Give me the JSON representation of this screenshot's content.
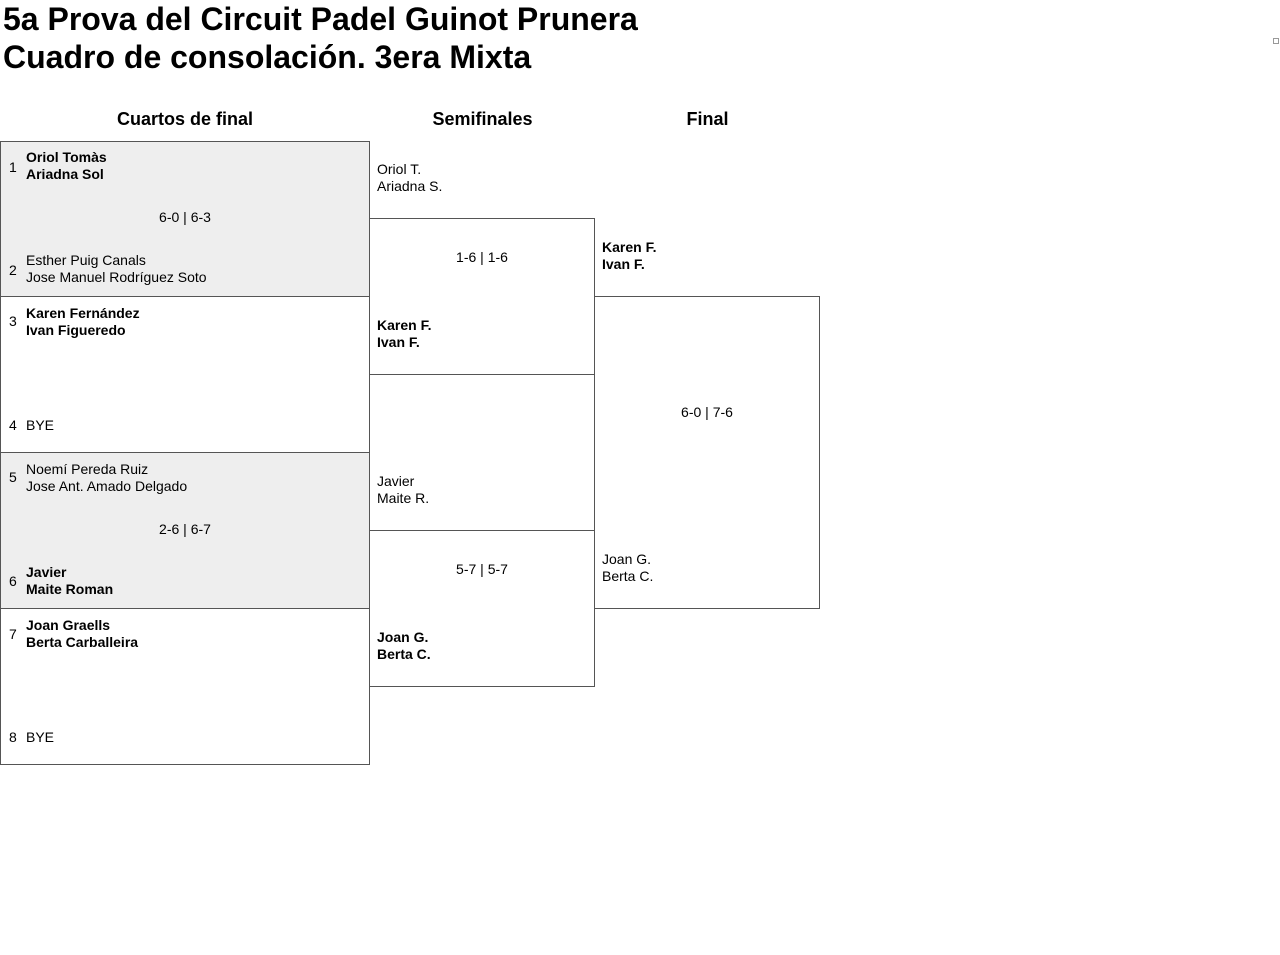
{
  "title": {
    "line1": "5a Prova del Circuit Padel Guinot Prunera",
    "line2": "Cuadro de consolación. 3era Mixta"
  },
  "rounds": [
    "Cuartos de final",
    "Semifinales",
    "Final"
  ],
  "quarterfinals": [
    {
      "top": {
        "seed": "1",
        "p1": "Oriol Tomàs",
        "p2": "Ariadna Sol",
        "winner": true
      },
      "bottom": {
        "seed": "2",
        "p1": "Esther Puig Canals",
        "p2": "Jose Manuel Rodríguez Soto",
        "winner": false
      },
      "score": "6-0 | 6-3"
    },
    {
      "top": {
        "seed": "3",
        "p1": "Karen Fernández",
        "p2": "Ivan Figueredo",
        "winner": true
      },
      "bottom": {
        "seed": "4",
        "p1": "BYE",
        "p2": "",
        "winner": false
      },
      "score": ""
    },
    {
      "top": {
        "seed": "5",
        "p1": "Noemí Pereda Ruiz",
        "p2": "Jose Ant. Amado Delgado",
        "winner": false
      },
      "bottom": {
        "seed": "6",
        "p1": "Javier",
        "p2": "Maite Roman",
        "winner": true
      },
      "score": "2-6 | 6-7"
    },
    {
      "top": {
        "seed": "7",
        "p1": "Joan Graells",
        "p2": "Berta Carballeira",
        "winner": true
      },
      "bottom": {
        "seed": "8",
        "p1": "BYE",
        "p2": "",
        "winner": false
      },
      "score": ""
    }
  ],
  "semifinals": [
    {
      "top": {
        "p1": "Oriol T.",
        "p2": "Ariadna S.",
        "winner": false
      },
      "bottom": {
        "p1": "Karen F.",
        "p2": "Ivan F.",
        "winner": true
      },
      "score": "1-6 | 1-6"
    },
    {
      "top": {
        "p1": "Javier",
        "p2": "Maite R.",
        "winner": false
      },
      "bottom": {
        "p1": "Joan G.",
        "p2": "Berta C.",
        "winner": true
      },
      "score": "5-7 | 5-7"
    }
  ],
  "final": {
    "top": {
      "p1": "Karen F.",
      "p2": "Ivan F.",
      "winner": true
    },
    "bottom": {
      "p1": "Joan G.",
      "p2": "Berta C.",
      "winner": false
    },
    "score": "6-0 | 7-6"
  }
}
